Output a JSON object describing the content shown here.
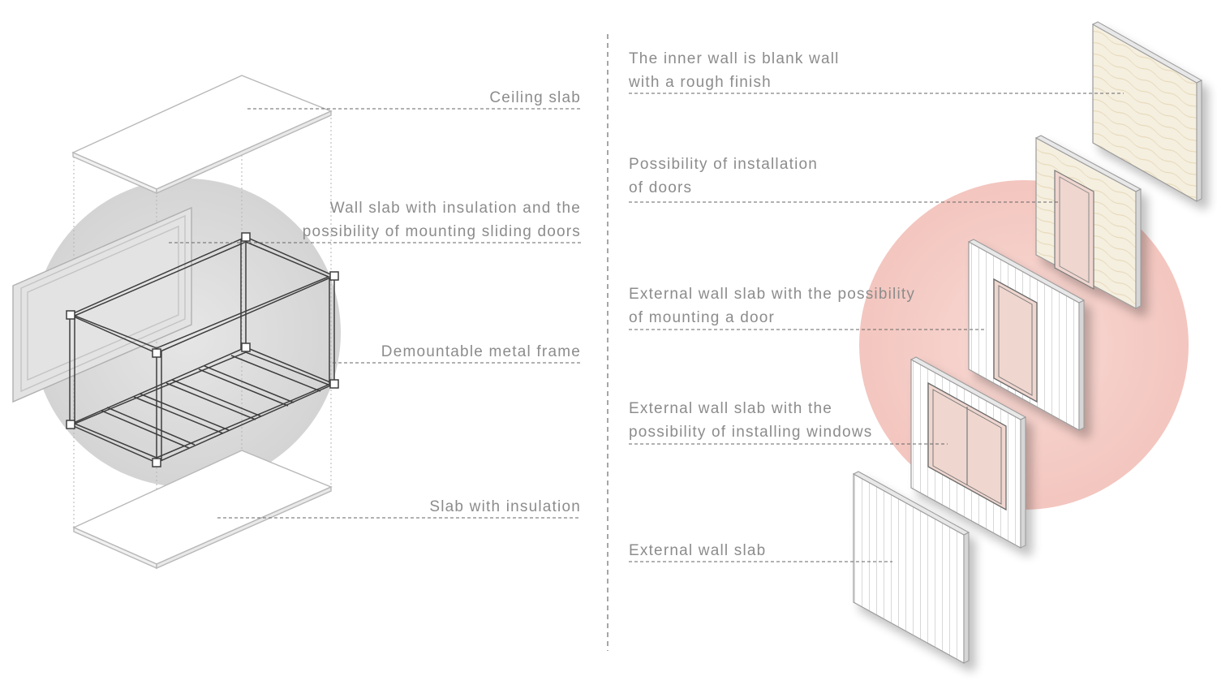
{
  "left_labels": {
    "ceiling": [
      "Ceiling slab"
    ],
    "wall_insulation": [
      "Wall slab with insulation and the",
      "possibility of mounting sliding doors"
    ],
    "metal_frame": [
      "Demountable metal frame"
    ],
    "slab_insulation": [
      "Slab with insulation"
    ]
  },
  "right_labels": {
    "inner_wall": [
      "The inner wall is blank wall",
      "with a rough finish"
    ],
    "doors": [
      "Possibility of installation",
      "of doors"
    ],
    "external_door": [
      "External wall slab with the possibility",
      "of mounting a door"
    ],
    "external_windows": [
      "External wall slab with the",
      "possibility of installing windows"
    ],
    "external_wall": [
      "External wall slab"
    ]
  },
  "colors": {
    "text": "#8c8c8c",
    "line": "#555555",
    "grey_circle": "#d9d9d9",
    "pink_circle": "#f5c9c3",
    "slab_edge": "#b0b0b0",
    "wood": "#f2ead7"
  }
}
